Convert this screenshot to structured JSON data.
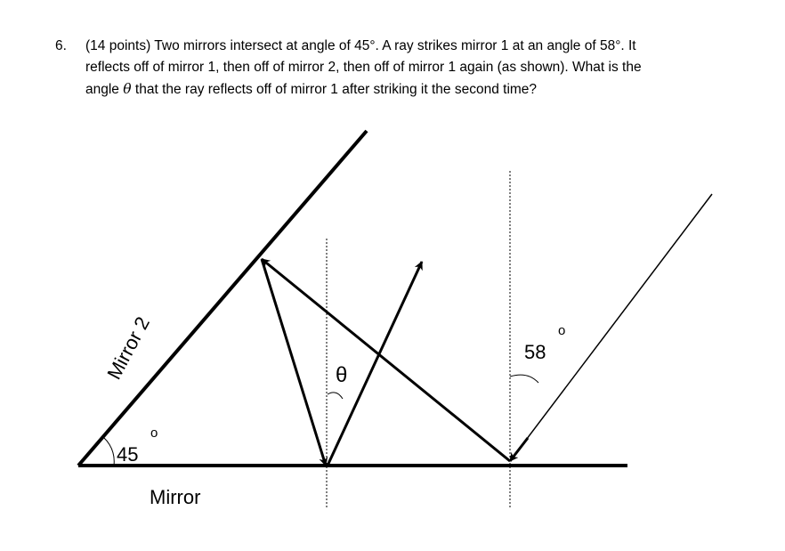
{
  "question": {
    "number": "6.",
    "points": "(14 points)",
    "text_line1": "Two mirrors intersect at angle of 45°.  A ray strikes mirror 1 at an angle of 58°.  It",
    "text_line2": "reflects off of mirror 1, then off of mirror 2, then off of mirror 1 again (as shown).  What is the",
    "text_line3_pre": "angle",
    "theta": "θ",
    "text_line3_post": "that the ray reflects off of mirror 1 after striking it the second time?"
  },
  "figure": {
    "mirror2_label": "Mirror 2",
    "mirror1_label": "Mirror",
    "angle_45_value": "45",
    "angle_45_degree": "o",
    "angle_58_value": "58",
    "angle_58_degree": "o",
    "theta_label": "θ"
  }
}
